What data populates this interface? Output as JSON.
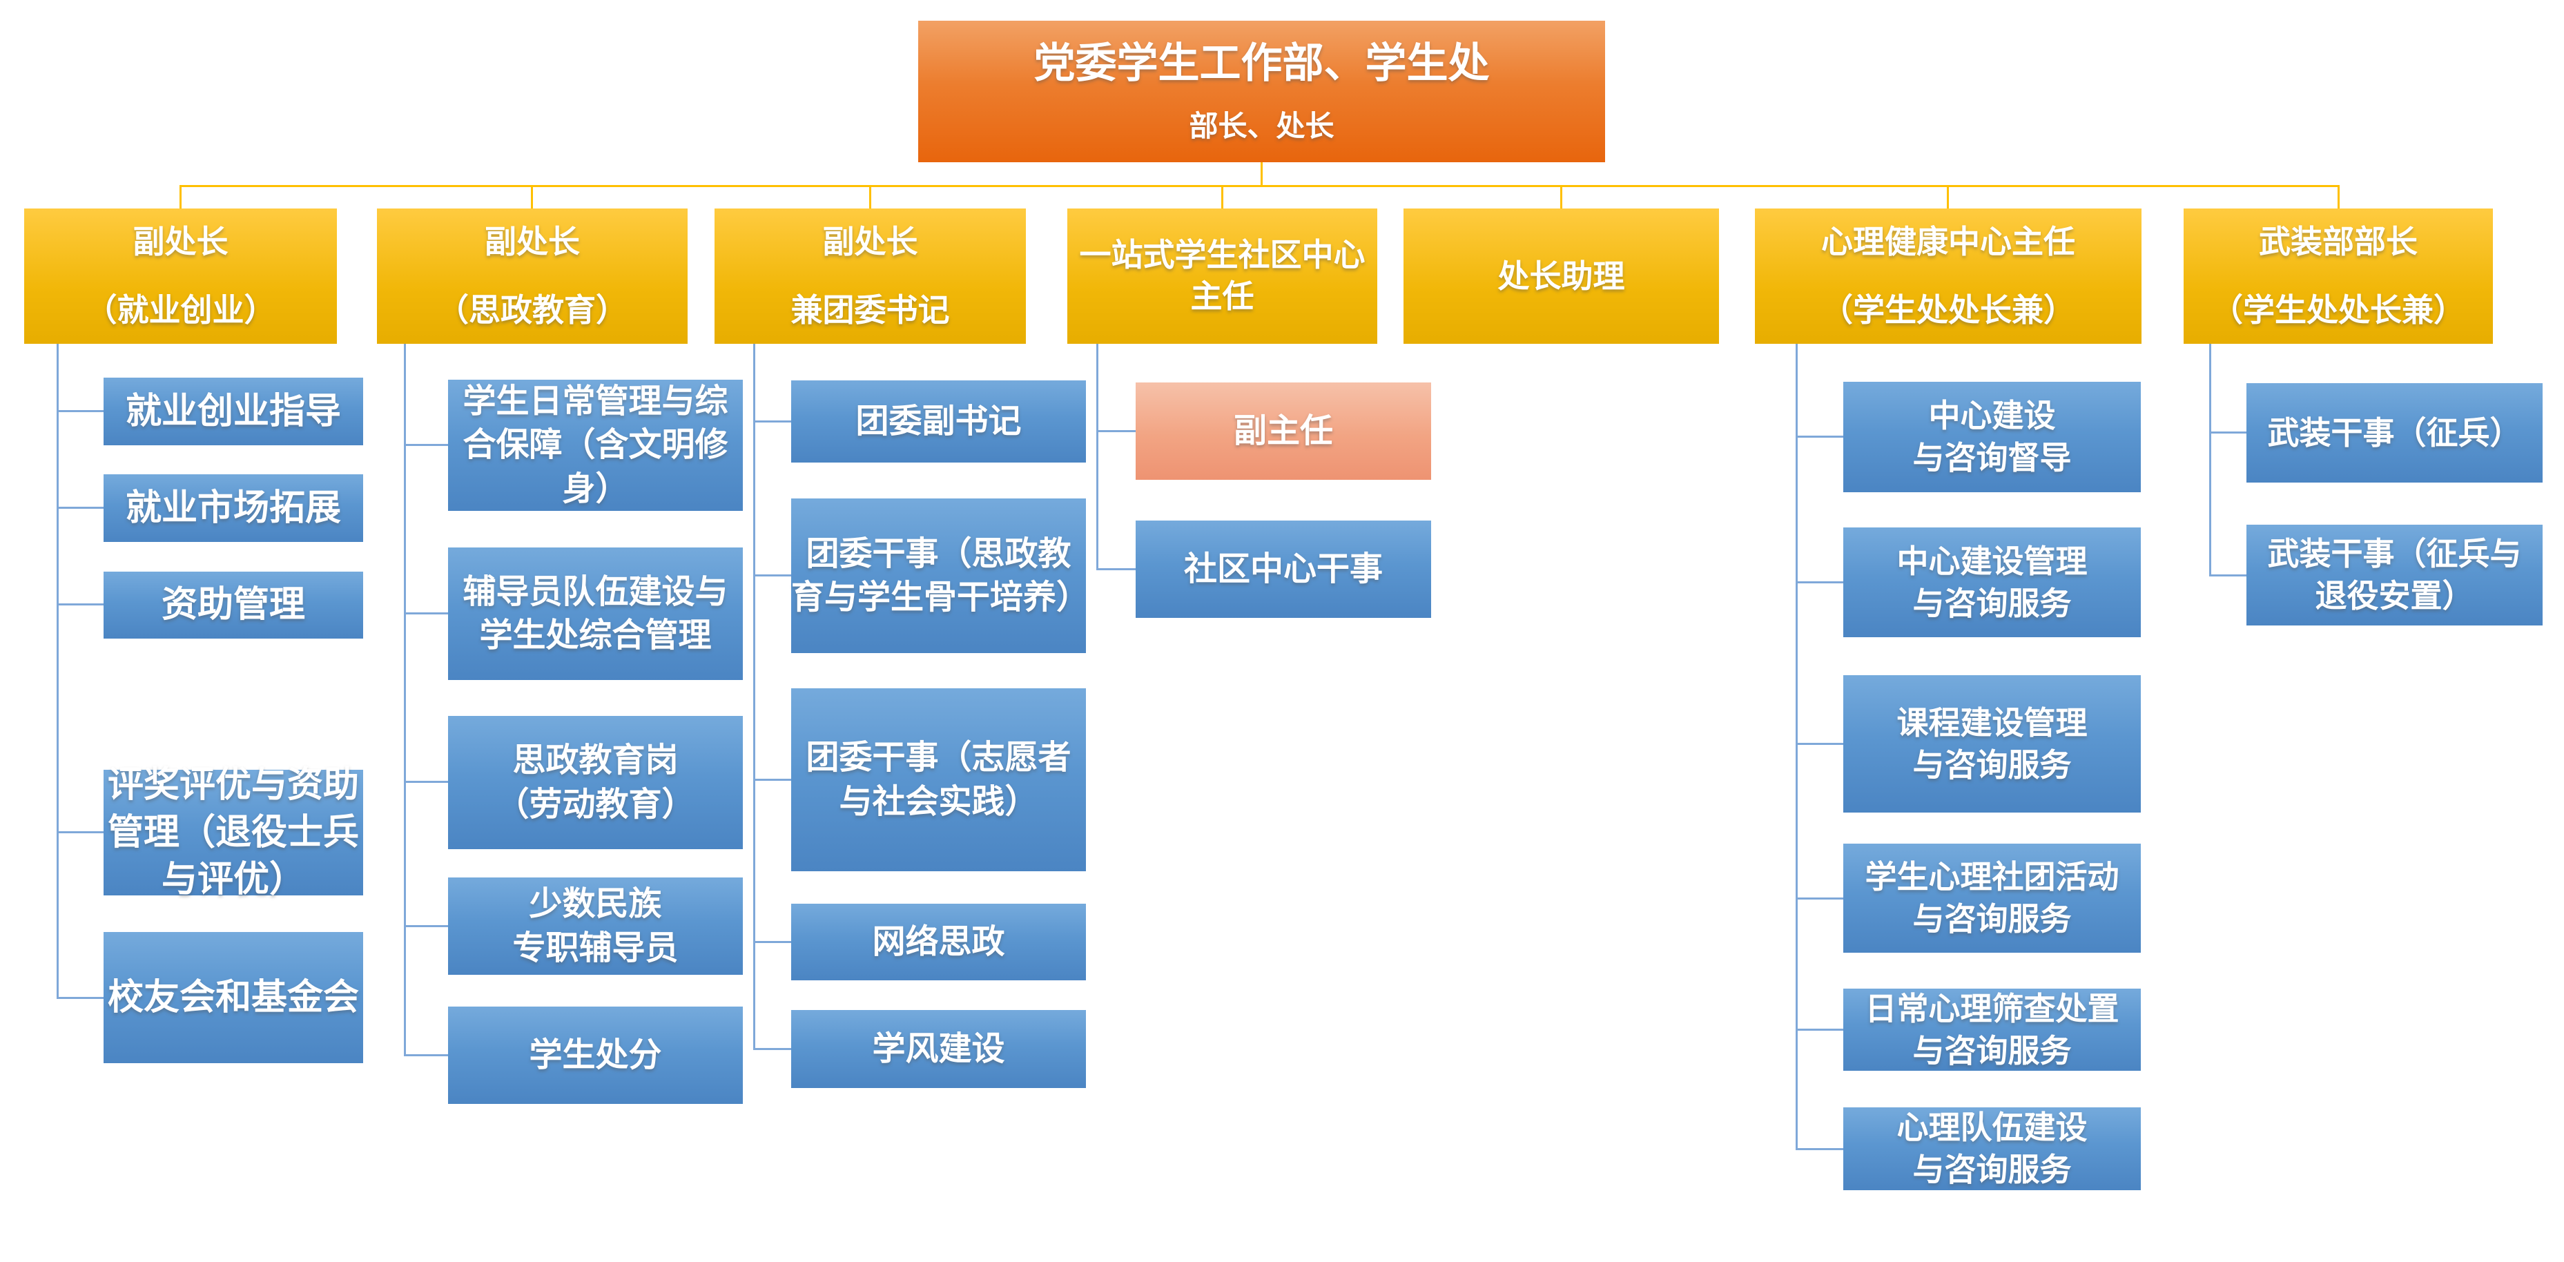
{
  "palette": {
    "root_orange_top": "#F2A164",
    "root_orange_bottom": "#E8650D",
    "head_yellow_top": "#FFCB40",
    "head_yellow_bottom": "#E7AD00",
    "role_blue_top": "#75AADC",
    "role_blue_bottom": "#4B85C3",
    "deputy_salmon_top": "#F6C1A9",
    "deputy_salmon_bottom": "#EE9372",
    "connector_orange": "#FFC000",
    "connector_blue": "#7FA8D9",
    "text": "#FFFFFF"
  },
  "root": {
    "title": "党委学生工作部、学生处",
    "subtitle": "部长、处长"
  },
  "branches": [
    {
      "head": "副处长\n（就业创业）",
      "children": [
        "就业创业指导",
        "就业市场拓展",
        "资助管理",
        "评奖评优与资助\n管理（退役士兵\n与评优）",
        "校友会和基金会"
      ]
    },
    {
      "head": "副处长\n（思政教育）",
      "children": [
        "学生日常管理与综\n合保障（含文明修\n身）",
        "辅导员队伍建设与\n学生处综合管理",
        "思政教育岗\n（劳动教育）",
        "少数民族\n专职辅导员",
        "学生处分"
      ]
    },
    {
      "head": "副处长\n兼团委书记",
      "children": [
        "团委副书记",
        "团委干事（思政教\n育与学生骨干培养）",
        "团委干事（志愿者\n与社会实践）",
        "网络思政",
        "学风建设"
      ]
    },
    {
      "head": "一站式学生社区中心\n主任",
      "children": [
        "副主任",
        "社区中心干事"
      ]
    },
    {
      "head": "处长助理",
      "children": []
    },
    {
      "head": "心理健康中心主任\n（学生处处长兼）",
      "children": [
        "中心建设\n与咨询督导",
        "中心建设管理\n与咨询服务",
        "课程建设管理\n与咨询服务",
        "学生心理社团活动\n与咨询服务",
        "日常心理筛查处置\n与咨询服务",
        "心理队伍建设\n与咨询服务"
      ]
    },
    {
      "head": "武装部部长\n（学生处处长兼）",
      "children": [
        "武装干事（征兵）",
        "武装干事（征兵与\n退役安置）"
      ]
    }
  ]
}
